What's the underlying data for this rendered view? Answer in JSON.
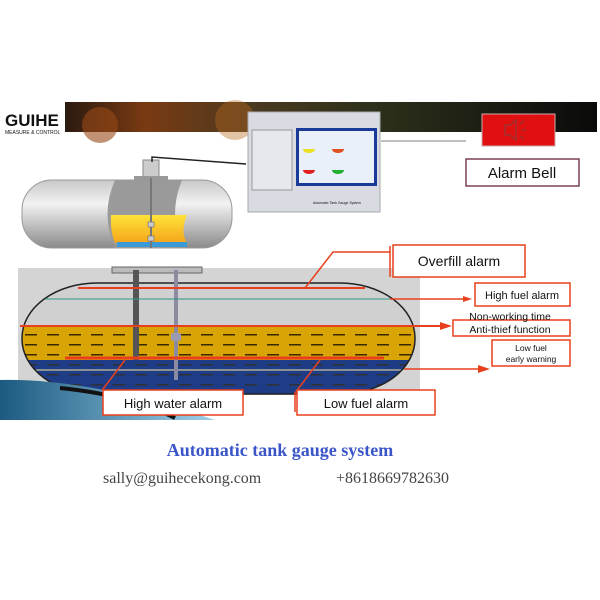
{
  "logo": {
    "brand": "GUIHE",
    "tagline": "MEASURE & CONTROL"
  },
  "controller": {
    "caption": "Automatic Tank Gauge System"
  },
  "alarm_bell": {
    "label": "Alarm Bell",
    "icon": "speaker-icon"
  },
  "callouts": {
    "overfill": "Overfill alarm",
    "high_fuel": "High fuel alarm",
    "non_working_line1": "Non-working time",
    "non_working_line2": "Anti-thief function",
    "low_fuel_early_line1": "Low fuel",
    "low_fuel_early_line2": "early warning",
    "high_water": "High water alarm",
    "low_fuel": "Low fuel alarm"
  },
  "footer": {
    "title": "Automatic tank gauge system",
    "email": "sally@guihecekong.com",
    "phone": "+8618669782630"
  },
  "colors": {
    "accent_red": "#e8401c",
    "title_blue": "#3a55c8",
    "fuel": "#d9a406",
    "water": "#1f3c86",
    "alarm_red": "#e01010",
    "callout_text_red": "#d0204a"
  }
}
